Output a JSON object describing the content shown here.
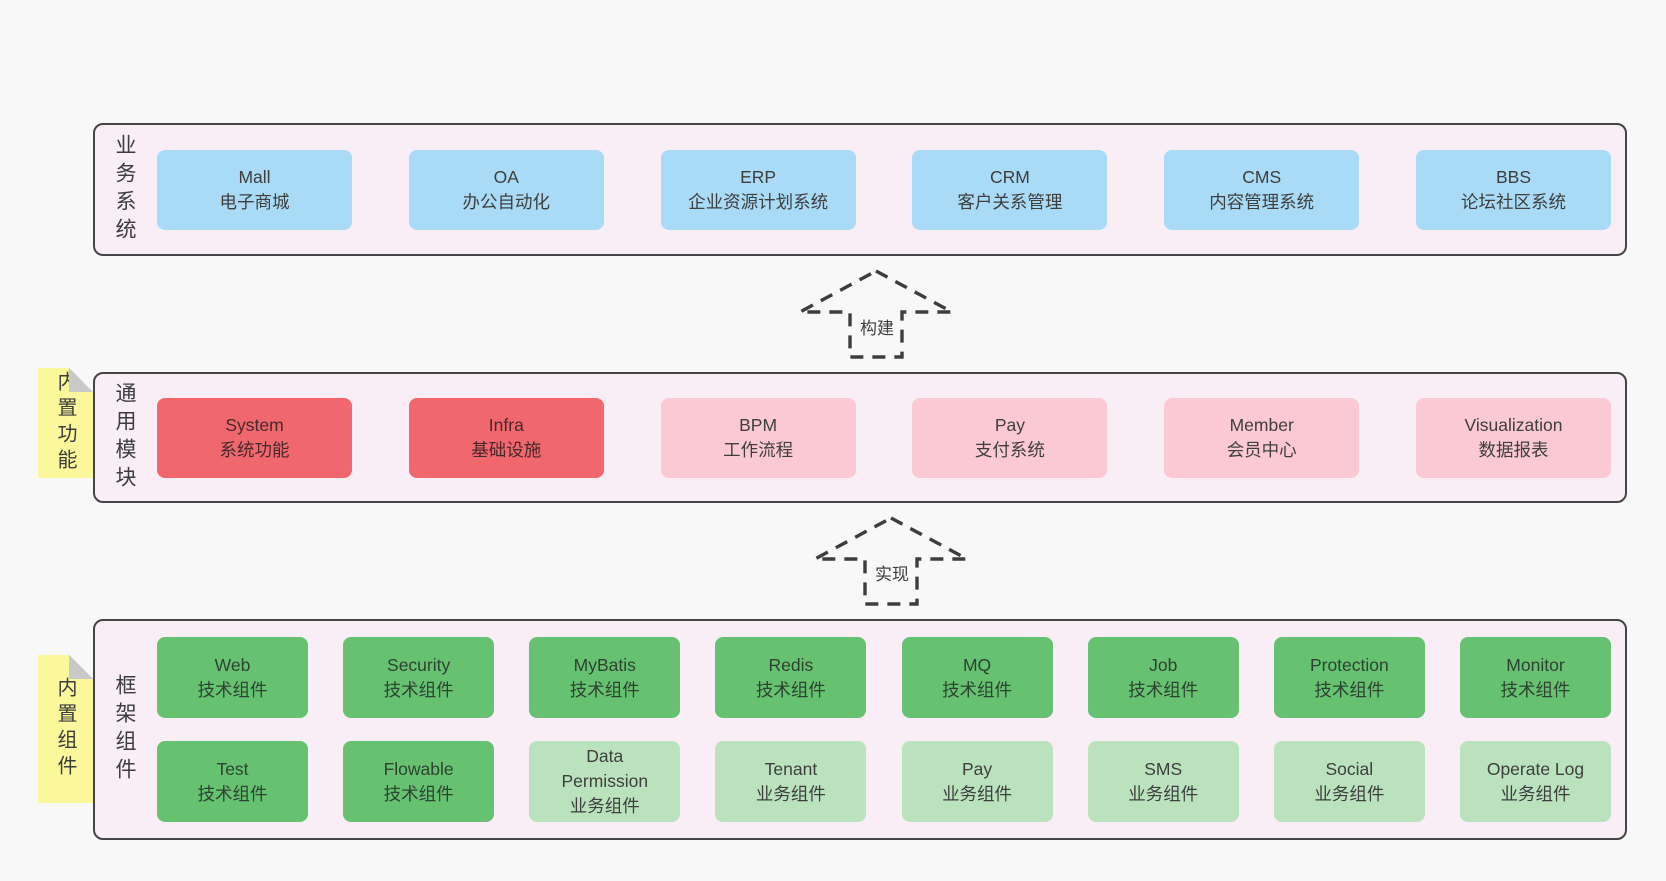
{
  "colors": {
    "page_bg": "#f8f8f8",
    "band_bg": "#f9edf6",
    "band_border": "#454545",
    "blue_box": "#a9dbf6",
    "red_box": "#f0686e",
    "pink_box": "#fbc9d4",
    "green_dark_box": "#66c271",
    "green_light_box": "#bae3bd",
    "note_bg": "#fbf89c"
  },
  "arrows": [
    {
      "label": "构建"
    },
    {
      "label": "实现"
    }
  ],
  "bands": [
    {
      "label": "业务系统",
      "boxes": [
        {
          "name": "Mall",
          "desc": "电子商城",
          "variant": "blue"
        },
        {
          "name": "OA",
          "desc": "办公自动化",
          "variant": "blue"
        },
        {
          "name": "ERP",
          "desc": "企业资源计划系统",
          "variant": "blue"
        },
        {
          "name": "CRM",
          "desc": "客户关系管理",
          "variant": "blue"
        },
        {
          "name": "CMS",
          "desc": "内容管理系统",
          "variant": "blue"
        },
        {
          "name": "BBS",
          "desc": "论坛社区系统",
          "variant": "blue"
        }
      ]
    },
    {
      "label": "通用模块",
      "note": "内置功能",
      "boxes": [
        {
          "name": "System",
          "desc": "系统功能",
          "variant": "red"
        },
        {
          "name": "Infra",
          "desc": "基础设施",
          "variant": "red"
        },
        {
          "name": "BPM",
          "desc": "工作流程",
          "variant": "pink"
        },
        {
          "name": "Pay",
          "desc": "支付系统",
          "variant": "pink"
        },
        {
          "name": "Member",
          "desc": "会员中心",
          "variant": "pink"
        },
        {
          "name": "Visualization",
          "desc": "数据报表",
          "variant": "pink"
        }
      ]
    },
    {
      "label": "框架组件",
      "note": "内置组件",
      "rows": [
        [
          {
            "name": "Web",
            "desc": "技术组件",
            "variant": "green-dark"
          },
          {
            "name": "Security",
            "desc": "技术组件",
            "variant": "green-dark"
          },
          {
            "name": "MyBatis",
            "desc": "技术组件",
            "variant": "green-dark"
          },
          {
            "name": "Redis",
            "desc": "技术组件",
            "variant": "green-dark"
          },
          {
            "name": "MQ",
            "desc": "技术组件",
            "variant": "green-dark"
          },
          {
            "name": "Job",
            "desc": "技术组件",
            "variant": "green-dark"
          },
          {
            "name": "Protection",
            "desc": "技术组件",
            "variant": "green-dark"
          },
          {
            "name": "Monitor",
            "desc": "技术组件",
            "variant": "green-dark"
          }
        ],
        [
          {
            "name": "Test",
            "desc": "技术组件",
            "variant": "green-dark"
          },
          {
            "name": "Flowable",
            "desc": "技术组件",
            "variant": "green-dark"
          },
          {
            "name": "Data Permission",
            "desc": "业务组件",
            "variant": "green-light"
          },
          {
            "name": "Tenant",
            "desc": "业务组件",
            "variant": "green-light"
          },
          {
            "name": "Pay",
            "desc": "业务组件",
            "variant": "green-light"
          },
          {
            "name": "SMS",
            "desc": "业务组件",
            "variant": "green-light"
          },
          {
            "name": "Social",
            "desc": "业务组件",
            "variant": "green-light"
          },
          {
            "name": "Operate Log",
            "desc": "业务组件",
            "variant": "green-light"
          }
        ]
      ]
    }
  ]
}
